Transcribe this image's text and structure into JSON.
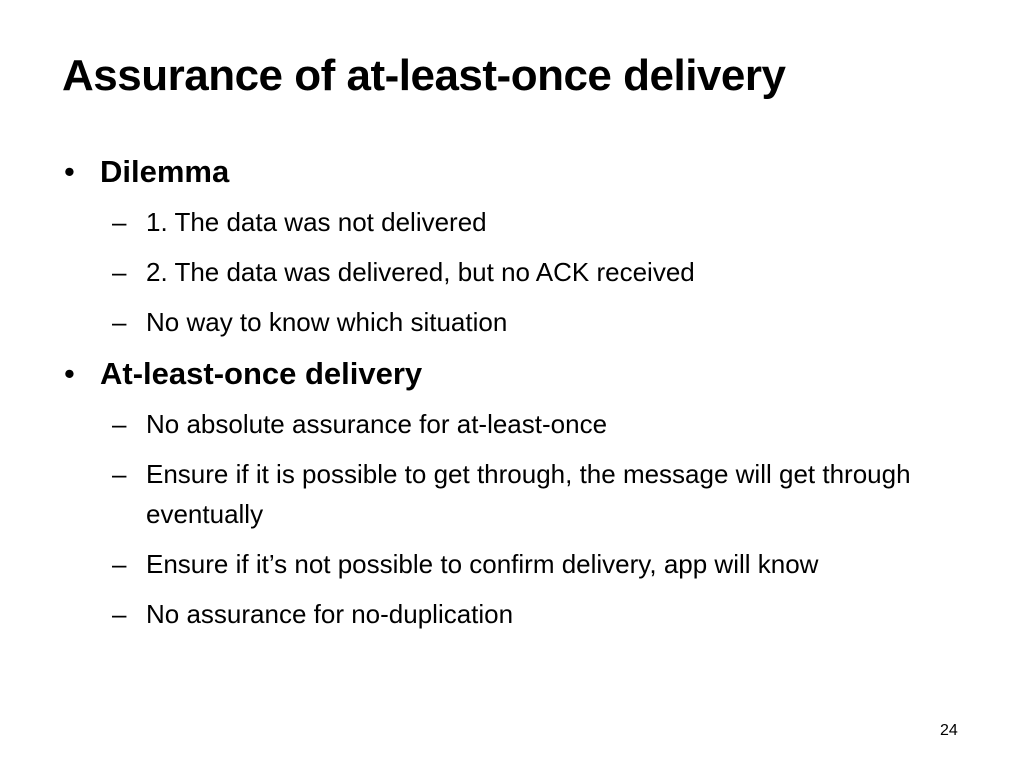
{
  "slide": {
    "title": "Assurance of at-least-once delivery",
    "page_number": "24",
    "bullet_glyph": "•",
    "sub_glyph": "–",
    "sections": [
      {
        "heading": "Dilemma",
        "items": [
          "1. The data was not delivered",
          "2. The data was delivered, but no ACK received",
          "No way to know which situation"
        ]
      },
      {
        "heading": "At-least-once delivery",
        "items": [
          "No absolute assurance for at-least-once",
          "Ensure if it is possible to get through, the message will get through eventually",
          "Ensure if it’s not possible to confirm delivery, app will know",
          "No assurance for no-duplication"
        ]
      }
    ]
  }
}
